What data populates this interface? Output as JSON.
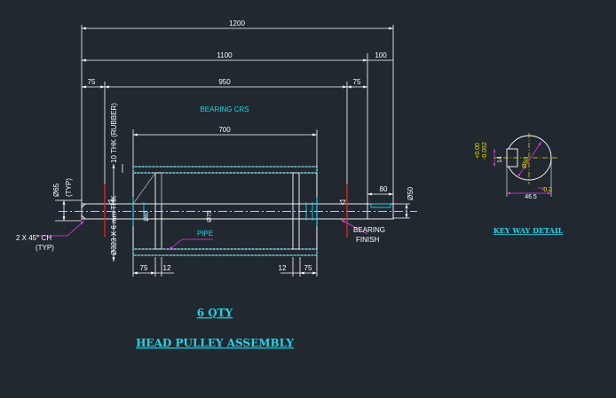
{
  "dimensions": {
    "overall": "1200",
    "shaft_right": "1100",
    "extension": "100",
    "bearing_span": "950",
    "bearing_left": "75",
    "bearing_right": "75",
    "drum_width": "700",
    "journal_len": "80",
    "d65": "Ø65",
    "d50": "Ø50",
    "d75": "Ø75",
    "d80": "Ø80",
    "end_left_a": "75",
    "end_left_b": "12",
    "end_right_a": "12",
    "end_right_b": "75"
  },
  "labels": {
    "bearing_crs": "BEARING CRS",
    "typ_top": "(TYP)",
    "rubber": "10 THK (RUBBER)",
    "pipe_spec": "Ø323 X 6 mm THK",
    "chamfer": "2 X 45° CH",
    "typ_bottom": "(TYP)",
    "pipe": "PIPE",
    "bearing": "BEARING",
    "finish": "FINISH"
  },
  "keyway": {
    "title": "KEY WAY DETAIL",
    "tol_plus": "+0.00",
    "tol_minus": "-0.052",
    "width": "14",
    "dia": "Ø50",
    "depth_tol": "-0.2",
    "depth": "46.5"
  },
  "titles": {
    "qty": "6 QTY",
    "main": "HEAD PULLEY ASSEMBLY"
  },
  "colors": {
    "background": "#212830",
    "white": "#ffffff",
    "cyan": "#22d3e6",
    "yellow": "#e8e000",
    "red": "#ff2020",
    "magenta": "#e040e0",
    "gray": "#a0a0a0"
  }
}
